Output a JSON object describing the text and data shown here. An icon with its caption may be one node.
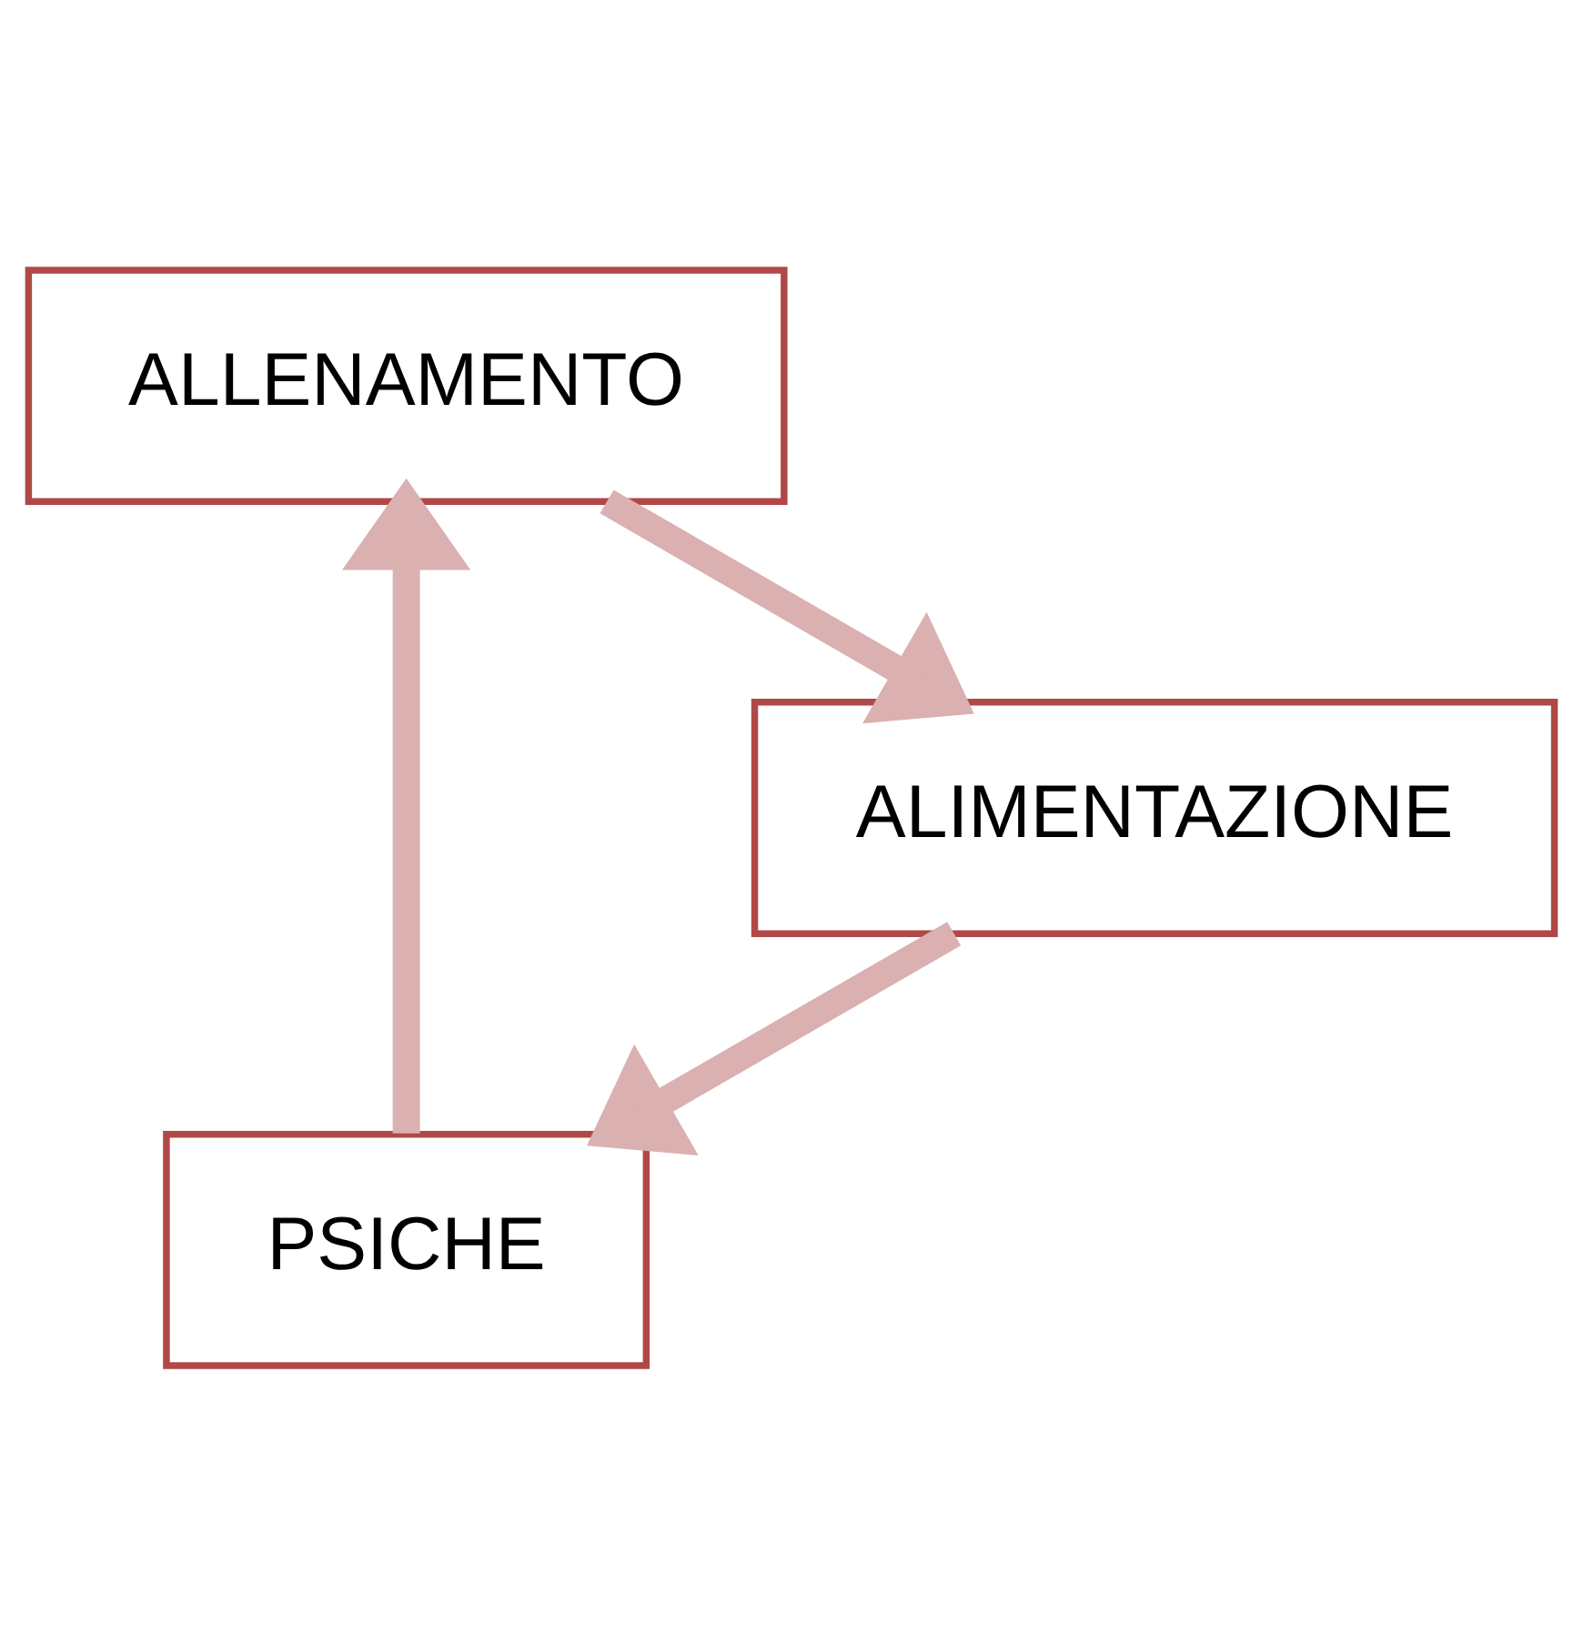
{
  "diagram": {
    "nodes": [
      {
        "text": [
          "PSICHE"
        ]
      },
      {
        "text": [
          "ALLENAMENTO"
        ]
      },
      {
        "text": [
          "ALIMENTAZIONE"
        ]
      }
    ],
    "edges": [
      {
        "from": 0,
        "to": 1,
        "arrow": "to"
      },
      {
        "from": 1,
        "to": 2,
        "arrow": "to"
      },
      {
        "from": 2,
        "to": 0,
        "arrow": "to"
      }
    ]
  }
}
